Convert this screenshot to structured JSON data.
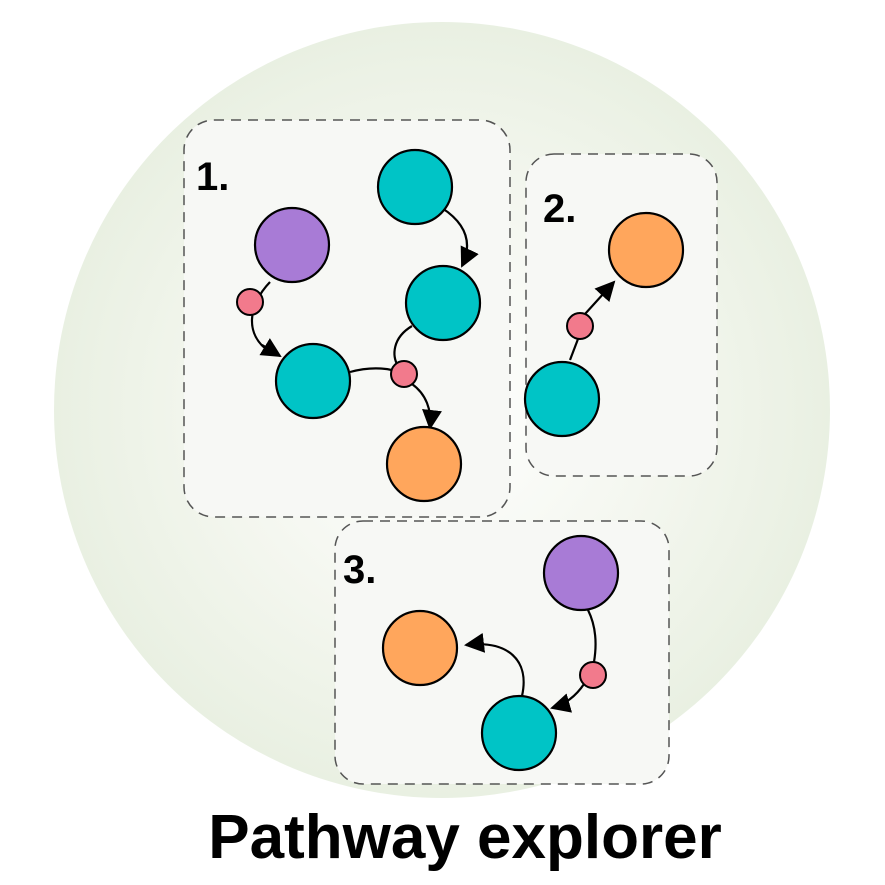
{
  "title": "Pathway explorer",
  "colors": {
    "background_circle": "#eef3e6",
    "panel_fill": "#f7f8f5",
    "panel_border": "#555555",
    "node_teal": "#00c4c6",
    "node_purple": "#a87bd6",
    "node_orange": "#ffa65c",
    "reaction_pink": "#f27a8c",
    "stroke": "#000000"
  },
  "panels": [
    {
      "label": "1."
    },
    {
      "label": "2."
    },
    {
      "label": "3."
    }
  ]
}
